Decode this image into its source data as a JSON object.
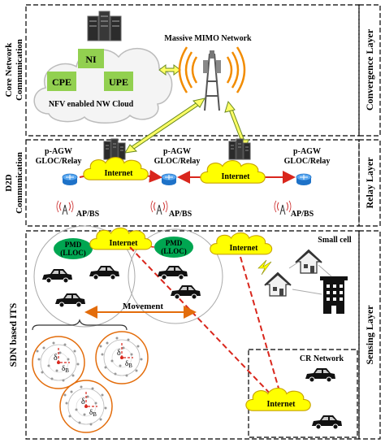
{
  "layers": {
    "convergence": "Convergence Layer",
    "relay": "Relay Layer",
    "sensing": "Sensing Layer"
  },
  "side_labels": {
    "core_line1": "Core Network",
    "core_line2": "Communication",
    "d2d_line1": "D2D",
    "d2d_line2": "Communication",
    "sdn": "SDN based ITS"
  },
  "core": {
    "ni": "NI",
    "cpe": "CPE",
    "upe": "UPE",
    "cloud_label": "NFV enabled NW Cloud",
    "mimo_label": "Massive MIMO Network"
  },
  "relay": {
    "pagw_line1": "p-AGW",
    "pagw_line2": "GLOC/Relay",
    "internet": "Internet",
    "apbs": "AP/BS"
  },
  "sensing": {
    "pmd_line1": "PMD",
    "pmd_line2": "(LLOC)",
    "internet": "Internet",
    "movement": "Movement",
    "small_cell": "Small cell",
    "cr_network": "CR Network",
    "delta": "δ",
    "delta_b": "δ",
    "delta_b_sub": "B"
  },
  "colors": {
    "green_box": "#92d050",
    "internet_yellow": "#ffff00",
    "pmd_green": "#00a651",
    "movement_orange": "#e36c0a",
    "red_dash": "#d9261c"
  }
}
